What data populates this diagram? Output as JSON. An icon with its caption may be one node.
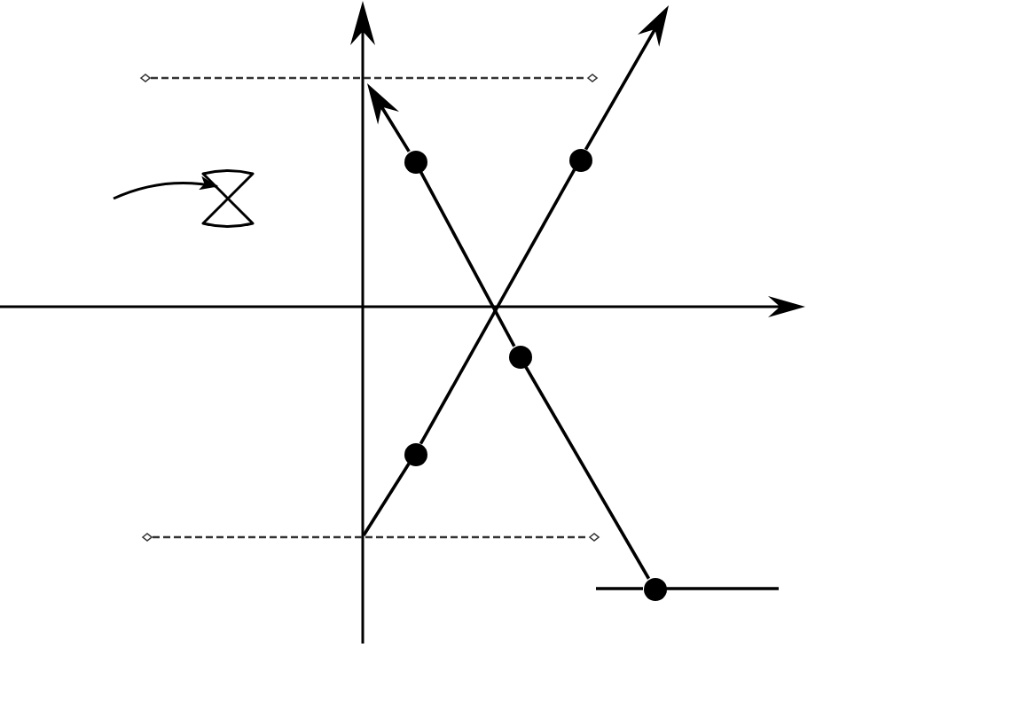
{
  "diagram": {
    "nodes": [
      {
        "text": [],
        "shape": "hourglass"
      },
      {
        "text": [],
        "shape": "dot"
      },
      {
        "text": [],
        "shape": "dot"
      },
      {
        "text": [],
        "shape": "dot"
      },
      {
        "text": [],
        "shape": "dot"
      },
      {
        "text": [],
        "shape": "dot"
      }
    ],
    "edges": [
      {
        "from": null,
        "to": 0,
        "arrow": "to"
      },
      {
        "from": null,
        "to": 4,
        "arrow": "none"
      },
      {
        "from": 4,
        "to": 2,
        "arrow": "none"
      },
      {
        "from": 2,
        "to": null,
        "arrow": "to"
      },
      {
        "from": 5,
        "to": 3,
        "arrow": "none"
      },
      {
        "from": 3,
        "to": 1,
        "arrow": "none"
      },
      {
        "from": 1,
        "to": null,
        "arrow": "to"
      },
      {
        "from": null,
        "to": 5,
        "arrow": "none"
      },
      {
        "from": 5,
        "to": null,
        "arrow": "none"
      }
    ]
  }
}
